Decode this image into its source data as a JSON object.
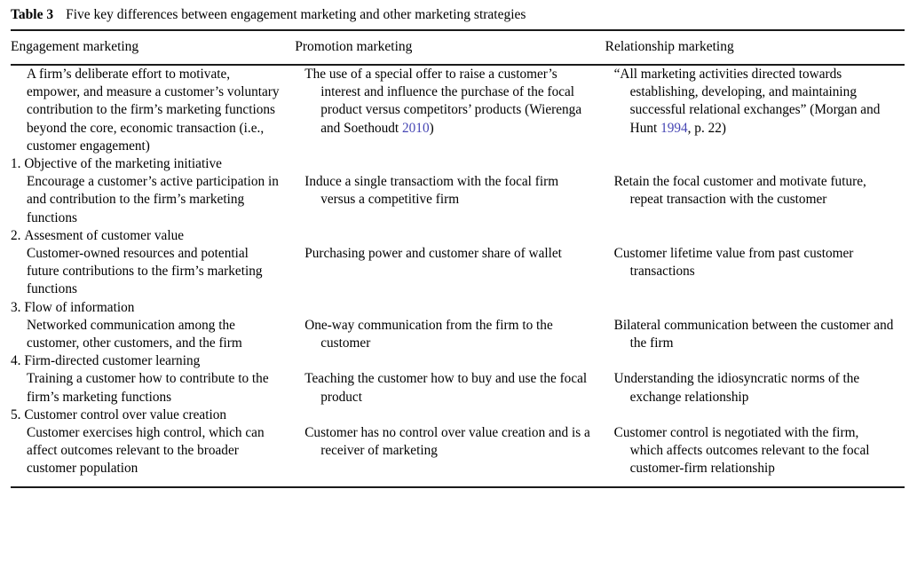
{
  "caption": {
    "label": "Table 3",
    "text": "Five key differences between engagement marketing and other marketing strategies"
  },
  "columns": [
    "Engagement marketing",
    "Promotion marketing",
    "Relationship marketing"
  ],
  "definition_row": {
    "engagement": "A firm’s deliberate effort to motivate, empower, and measure a customer’s voluntary contribution to the firm’s marketing functions beyond the core, economic transaction (i.e., customer engagement)",
    "promotion_pre": "The use of a special offer to raise a customer’s interest and influence the purchase of the focal product versus competitors’ products (Wierenga and Soethoudt ",
    "promotion_cite": "2010",
    "promotion_post": ")",
    "relationship_pre": "“All marketing activities directed towards establishing, developing, and maintaining successful relational exchanges” (Morgan and Hunt ",
    "relationship_cite": "1994",
    "relationship_post": ", p. 22)"
  },
  "criteria": [
    {
      "number": "1.",
      "title": "Objective of the marketing initiative",
      "engagement": "Encourage a customer’s active participation in and contribution to the firm’s marketing functions",
      "promotion": "Induce a single transactiom with the focal firm versus a competitive firm",
      "relationship": "Retain the focal customer and motivate future, repeat transaction with the customer"
    },
    {
      "number": "2.",
      "title": "Assesment of customer value",
      "engagement": "Customer-owned resources and potential future contributions to the firm’s marketing functions",
      "promotion": "Purchasing power and customer share of wallet",
      "relationship": "Customer lifetime value from past customer transactions"
    },
    {
      "number": "3.",
      "title": "Flow of information",
      "engagement": "Networked communication among the customer, other customers, and the firm",
      "promotion": "One-way communication from the firm to the customer",
      "relationship": "Bilateral communication between the customer and the firm"
    },
    {
      "number": "4.",
      "title": "Firm-directed customer learning",
      "engagement": "Training a customer how to contribute to the firm’s marketing functions",
      "promotion": "Teaching the customer how to buy and use the focal product",
      "relationship": "Understanding the idiosyncratic norms of the exchange relationship"
    },
    {
      "number": "5.",
      "title": "Customer control over value creation",
      "engagement": "Customer exercises high control, which can affect outcomes relevant to the broader customer population",
      "promotion": "Customer has no control over value creation and is a receiver of marketing",
      "relationship": "Customer control is negotiated with the firm, which affects outcomes relevant to the focal customer-firm relationship"
    }
  ],
  "colors": {
    "text": "#000000",
    "rule": "#1a1a1a",
    "citation_link": "#4646b4",
    "background": "#ffffff"
  }
}
